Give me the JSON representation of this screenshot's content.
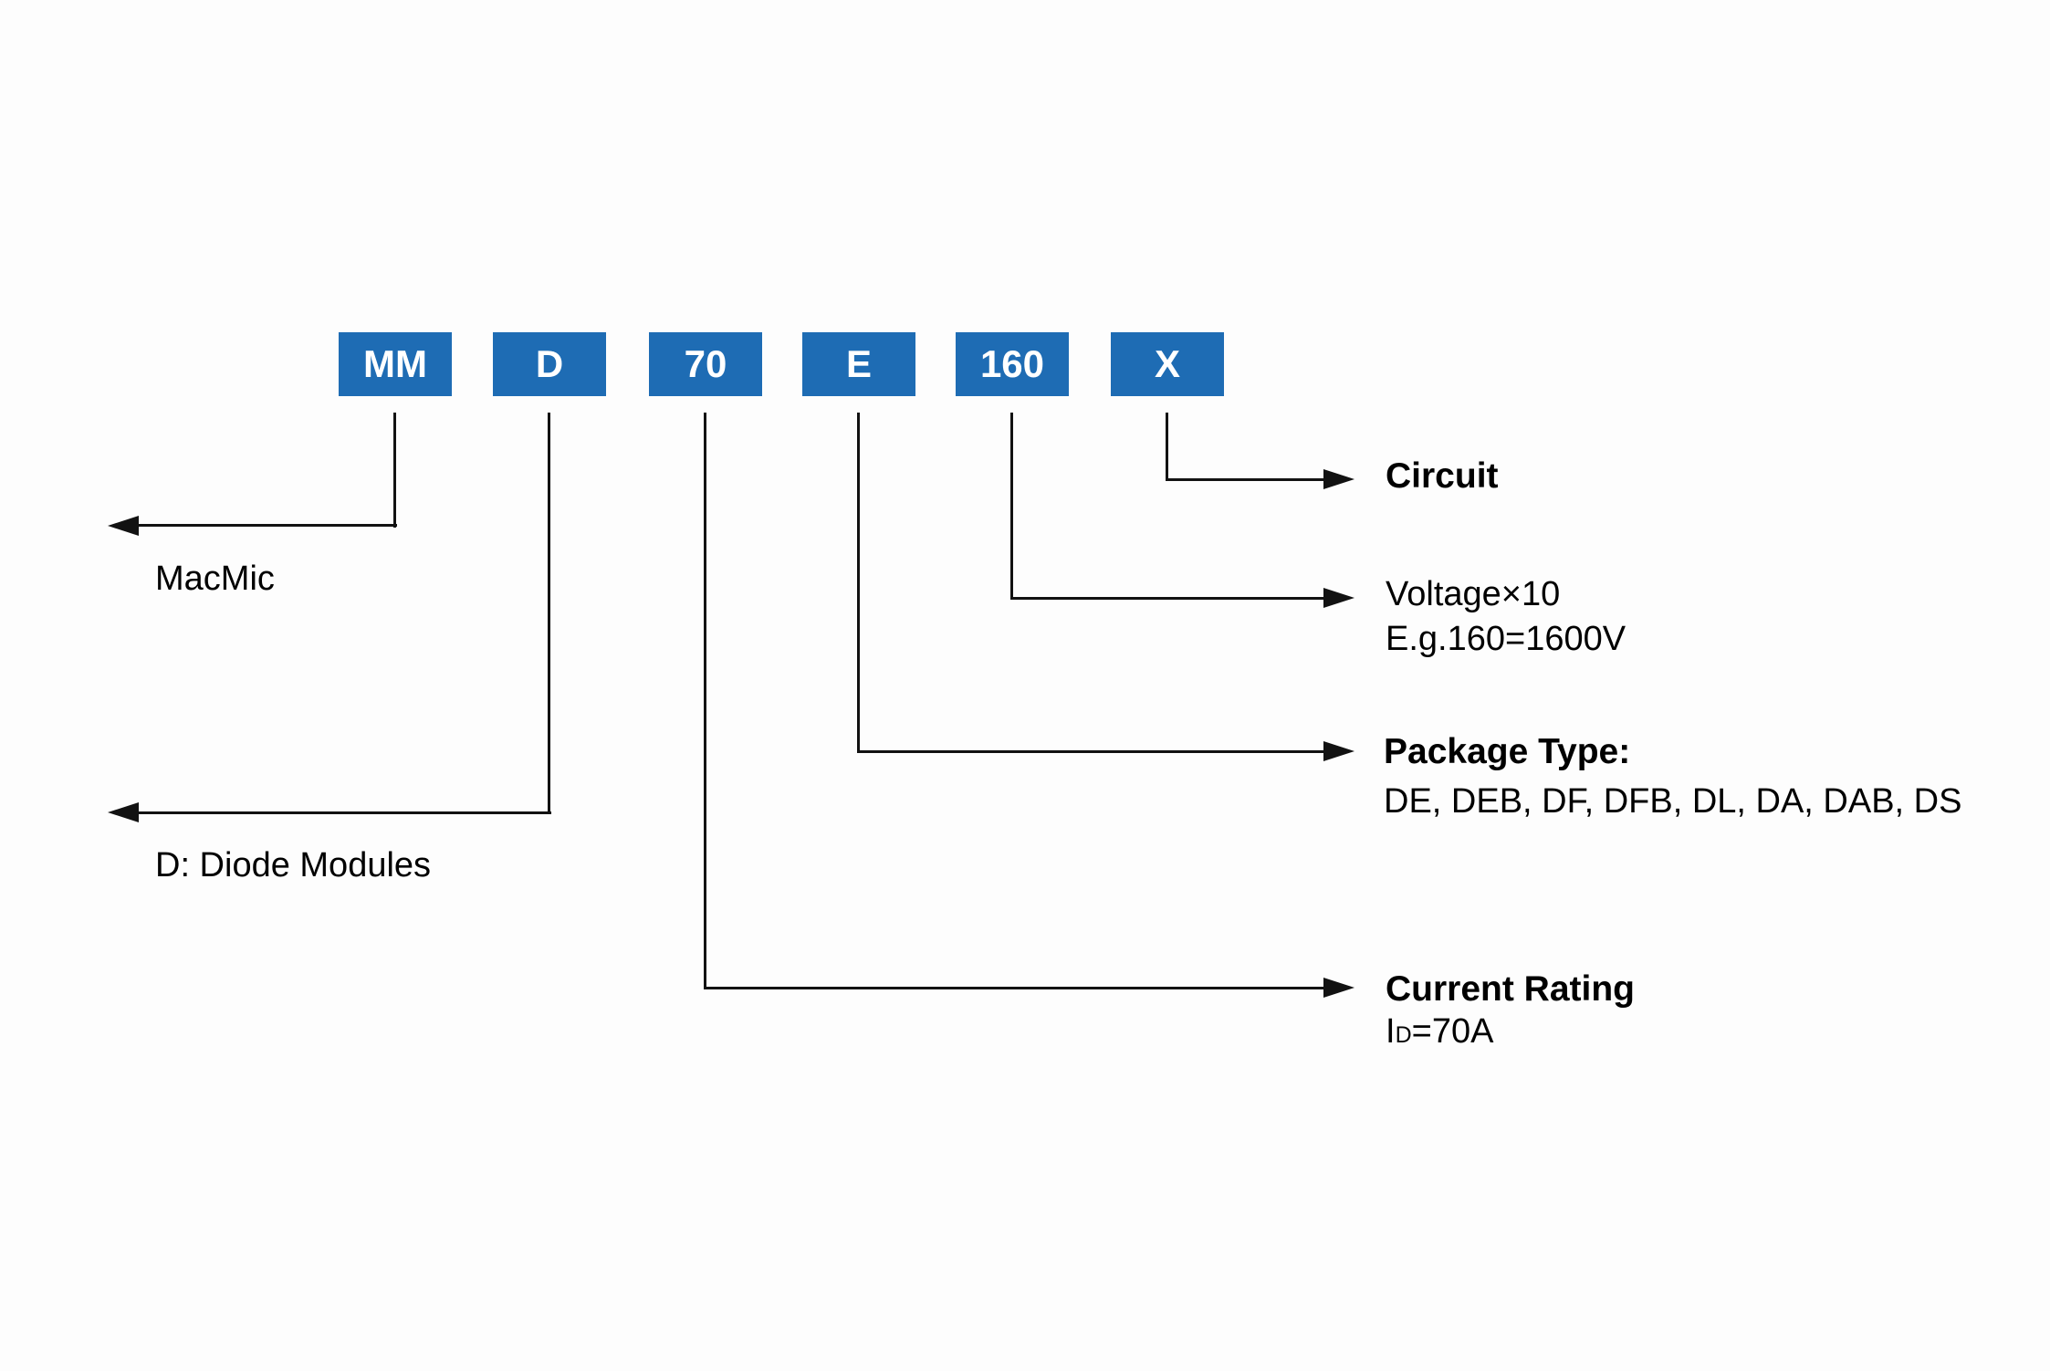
{
  "colors": {
    "box_blue": "#1e6cb4",
    "line_black": "#121212",
    "text_black": "#000000",
    "background": "#fdfdfd"
  },
  "part_code": {
    "segments": [
      "MM",
      "D",
      "70",
      "E",
      "160",
      "X"
    ]
  },
  "callouts": {
    "macmic": {
      "text": "MacMic"
    },
    "diode_modules": {
      "text": "D: Diode Modules"
    },
    "circuit": {
      "heading": "Circuit"
    },
    "voltage": {
      "heading": "Voltage×10",
      "example": "E.g.160=1600V"
    },
    "package_type": {
      "heading": "Package Type:",
      "options": "DE, DEB, DF, DFB, DL, DA, DAB, DS"
    },
    "current_rating": {
      "heading": "Current Rating",
      "symbol": "I",
      "symbol_subscript": "D",
      "value": "=70A"
    }
  }
}
